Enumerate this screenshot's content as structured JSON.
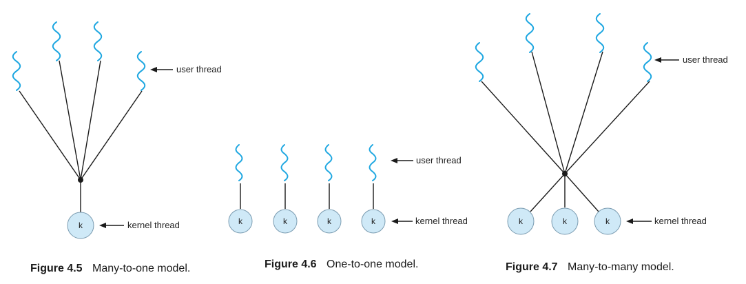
{
  "figures": [
    {
      "id": "fig-4-5",
      "caption_number": "Figure 4.5",
      "caption_text": "Many-to-one model.",
      "user_thread_label": "user thread",
      "kernel_thread_label": "kernel thread",
      "kernel_node_labels": [
        "k"
      ]
    },
    {
      "id": "fig-4-6",
      "caption_number": "Figure 4.6",
      "caption_text": "One-to-one model.",
      "user_thread_label": "user thread",
      "kernel_thread_label": "kernel thread",
      "kernel_node_labels": [
        "k",
        "k",
        "k",
        "k"
      ]
    },
    {
      "id": "fig-4-7",
      "caption_number": "Figure 4.7",
      "caption_text": "Many-to-many model.",
      "user_thread_label": "user thread",
      "kernel_thread_label": "kernel thread",
      "kernel_node_labels": [
        "k",
        "k",
        "k"
      ]
    }
  ],
  "colors": {
    "user_thread": "#1ea7e1",
    "kernel_node_fill": "#cfe9f7",
    "line": "#1a1a1a"
  }
}
